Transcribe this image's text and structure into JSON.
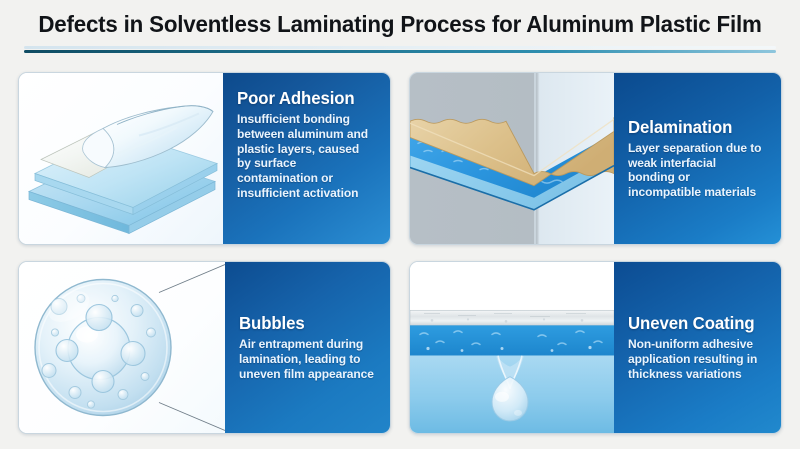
{
  "header": {
    "title": "Defects in Solventless Laminating Process for Aluminum Plastic Film"
  },
  "theme": {
    "page_background": "#f2f2f0",
    "panel_blue_dark": "#0d4a8c",
    "panel_blue_light": "#2b8ed3",
    "title_color": "#111418",
    "rule_color": "#0f4c63",
    "card_border": "#c9d6df"
  },
  "cards": [
    {
      "id": "poor-adhesion",
      "heading": "Poor Adhesion",
      "body": "Insufficient bonding between aluminum and plastic layers, caused by surface contamination or insufficient activation",
      "illustration": "peeling-layers-illustration"
    },
    {
      "id": "delamination",
      "heading": "Delamination",
      "body": "Layer separation due to weak interfacial bonding or incompatible materials",
      "illustration": "bent-laminate-cross-section-illustration"
    },
    {
      "id": "bubbles",
      "heading": "Bubbles",
      "body": "Air entrapment during lamination, leading to uneven film appearance",
      "illustration": "magnified-bubbles-illustration"
    },
    {
      "id": "uneven-coating",
      "heading": "Uneven Coating",
      "body": "Non-uniform adhesive application resulting in thickness variations",
      "illustration": "adhesive-drip-cross-section-illustration"
    }
  ]
}
